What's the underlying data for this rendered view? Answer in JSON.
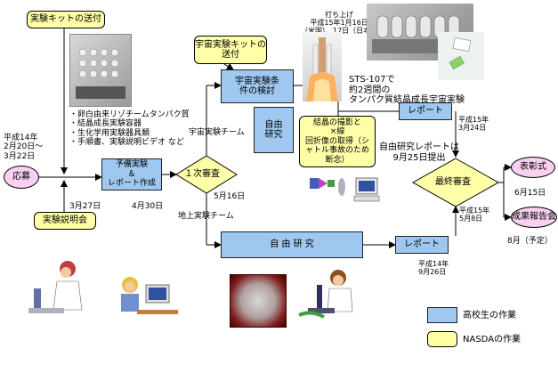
{
  "boxes": {
    "kit_shipping": "実験キットの送付",
    "application": "応募",
    "explanation_meeting": "実験説明会",
    "space_kit_shipping": "宇宙実験キットの\n送付",
    "space_conditions": "宇宙実験条\n件の検討",
    "free_research_small": "自由\n研究",
    "crystal_observation": "結晶の撮影と\n×線\n回折像の取得（シ\nャトル事故のため\n断念）",
    "preliminary": "予備実験\n＆\nレポート作成",
    "first_review": "１次審査",
    "free_research_main": "自 由 研 究",
    "report_top": "レポート",
    "report_bottom": "レポート",
    "final_review": "最終審査",
    "award": "表彰式",
    "results_meeting": "成果報告会"
  },
  "labels": {
    "kit_items": "・卵白由来リゾチームタンパク質\n・結晶成長実験容器\n・生化学用実験器具類\n・手順書、実験説明ビデオ など",
    "period_h14": "平成14年\n2月20日～\n3月22日",
    "date_0327": "3月27日",
    "date_0430": "4月30日",
    "date_0516": "5月16日",
    "space_team": "宇宙実験チーム",
    "ground_team": "地上実験チーム",
    "launch": "打ち上げ\n平成15年1月16日\n（米国）、17日（日本）",
    "sts107": "STS-107で\n約2週間の\nタンパク質結晶成長宇宙実験",
    "date_h15_0324": "平成15年\n3月24日",
    "free_report_submitted": "自由研究レポートは\n9月25日提出",
    "date_h15_0508": "平成15年\n5月8日",
    "date_h14_0926": "平成14年\n9月26日",
    "date_0615": "6月15日",
    "date_august": "8月（予定）"
  },
  "legend": {
    "students_work": "高校生の作業",
    "nasda_work": "NASDAの作業"
  },
  "colors": {
    "students": "#9ec8f0",
    "nasda": "#ffffa8",
    "events": "#f8d0f0"
  }
}
